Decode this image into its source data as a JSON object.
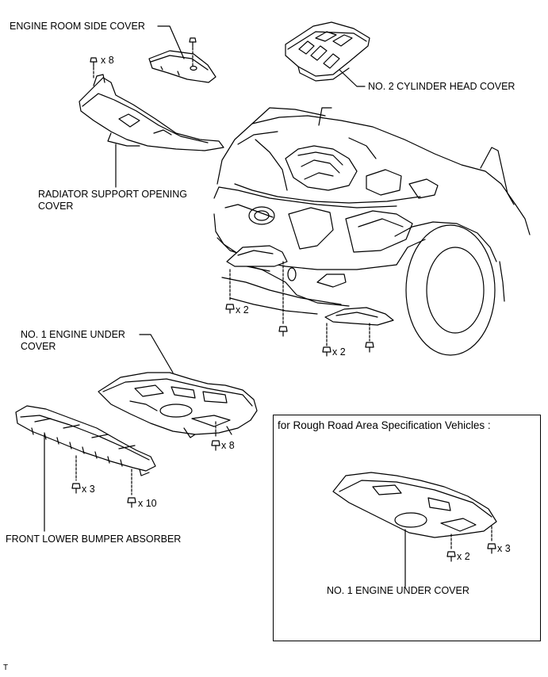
{
  "labels": {
    "engine_room_side_cover": "ENGINE ROOM SIDE COVER",
    "no2_cylinder_head_cover": "NO. 2 CYLINDER HEAD COVER",
    "radiator_support_line1": "RADIATOR SUPPORT OPENING",
    "radiator_support_line2": "COVER",
    "no1_engine_under_cover_line1": "NO. 1 ENGINE UNDER",
    "no1_engine_under_cover_line2": "COVER",
    "front_lower_bumper_absorber": "FRONT LOWER BUMPER ABSORBER",
    "inset_title": "for Rough Road Area Specification Vehicles :",
    "inset_no1_engine_under_cover": "NO. 1 ENGINE UNDER COVER",
    "footer_mark": "T"
  },
  "quantities": {
    "radiator_clips": "x 8",
    "bumper_clips_left": "x 2",
    "bumper_clips_right": "x 2",
    "under_cover_bolts": "x 8",
    "absorber_clips": "x 3",
    "absorber_bolts": "x 10",
    "inset_clips": "x 2",
    "inset_bolts": "x 3"
  }
}
